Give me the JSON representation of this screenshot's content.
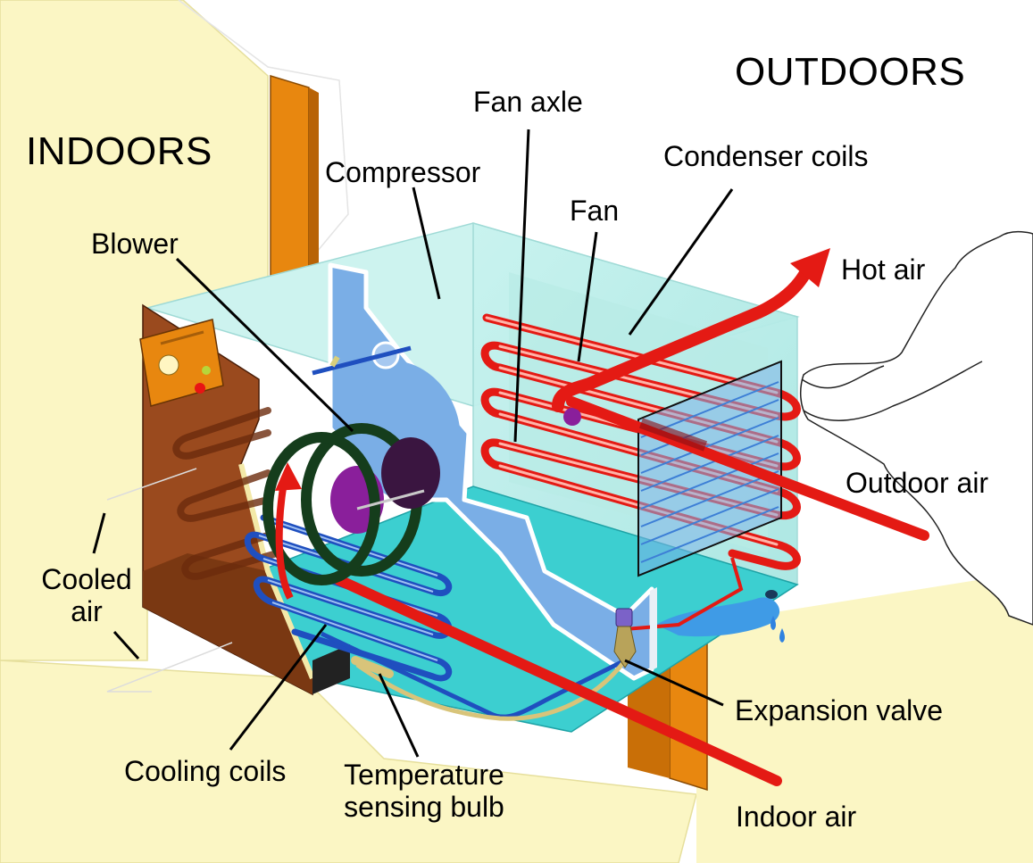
{
  "regions": {
    "indoors": "INDOORS",
    "outdoors": "OUTDOORS"
  },
  "labels": {
    "fan_axle": "Fan axle",
    "compressor": "Compressor",
    "condenser_coils": "Condenser coils",
    "fan": "Fan",
    "blower": "Blower",
    "hot_air": "Hot air",
    "outdoor_air": "Outdoor air",
    "cooled_air": "Cooled\nair",
    "expansion_valve": "Expansion valve",
    "cooling_coils": "Cooling coils",
    "temperature_sensing_bulb": "Temperature\nsensing bulb",
    "indoor_air": "Indoor air"
  },
  "colors": {
    "indoor_wall": "#fbf6c4",
    "wall_post": "#e8870f",
    "cabinet_glass": "#bdeeea",
    "base_pan": "#3ccfd0",
    "bulkhead": "#7aaee6",
    "front_panel": "#9a4a1e",
    "hot_air_arrow": "#e41a14",
    "coil_red": "#e41a14",
    "coil_blue": "#1f4fbf",
    "blower_ring": "#153d1c",
    "fan_hub": "#7d1a8a"
  }
}
